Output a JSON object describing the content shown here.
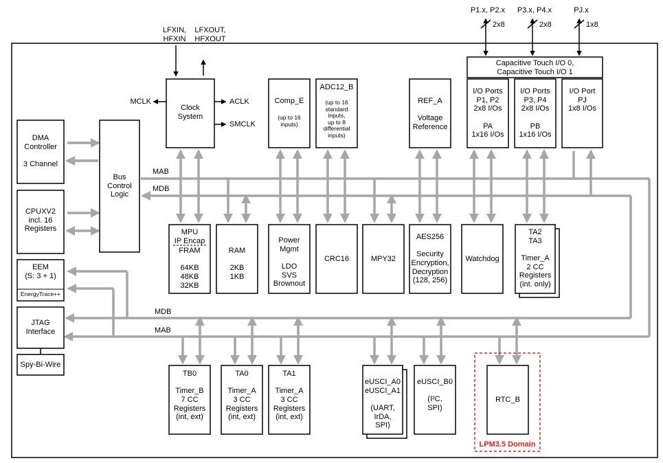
{
  "top": {
    "lfxin": "LFXIN,\nHFXIN",
    "lfxout": "LFXOUT,\nHFXOUT",
    "p12": "P1.x, P2.x",
    "p34": "P3.x, P4.x",
    "pj": "PJ.x",
    "w1": "2x8",
    "w2": "2x8",
    "w3": "1x8"
  },
  "clock": {
    "mclk": "MCLK",
    "aclk": "ACLK",
    "smclk": "SMCLK",
    "title": "Clock\nSystem"
  },
  "bus": {
    "mab": "MAB",
    "mdb": "MDB"
  },
  "blocks": {
    "dma": "DMA\nController\n\n3 Channel",
    "bus_ctrl": "Bus\nControl\nLogic",
    "cpu": "CPUXV2\nincl. 16\nRegisters",
    "eem": "EEM\n(S: 3 + 1)",
    "energytrace": "EnergyTrace++",
    "jtag": "JTAG\nInterface",
    "sbw": "Spy-Bi-Wire",
    "comp": "Comp_E\n\n",
    "comp_sub": "(up to 16\ninputs)",
    "adc": "ADC12_B",
    "adc_sub": "(up to 16\nstandard\ninputs,\nup to 8\ndifferential\ninputs)",
    "ref": "REF_A\n\nVoltage\nReference",
    "cap_touch": "Capacitive Touch I/O 0,\nCapacitive Touch I/O 1",
    "io_pa": "I/O Ports\nP1, P2\n2x8 I/Os\n\nPA\n1x16 I/Os",
    "io_pb": "I/O Ports\nP3, P4\n2x8 I/Os\n\nPB\n1x16 I/Os",
    "io_pj": "I/O Port\nPJ\n1x8 I/Os",
    "mpu": "MPU\nIP Encap",
    "fram": "FRAM\n\n64KB\n48KB\n32KB",
    "ram": "RAM\n\n2KB\n1KB",
    "power": "Power\nMgmt\n\nLDO\nSVS\nBrownout",
    "crc": "CRC16",
    "mpy": "MPY32",
    "aes": "AES256\n\nSecurity\nEncryption,\nDecryption\n(128, 256)",
    "wdt": "Watchdog",
    "ta23": "TA2\nTA3\n\nTimer_A\n2 CC\nRegisters\n(int. only)",
    "tb0": "TB0\n\nTimer_B\n7 CC\nRegisters\n(int, ext)",
    "ta0": "TA0\n\nTimer_A\n3 CC\nRegisters\n(int, ext)",
    "ta1": "TA1\n\nTimer_A\n3 CC\nRegisters\n(int, ext)",
    "usci_a": "eUSCI_A0\neUSCI_A1\n\n(UART,\nIrDA,\nSPI)",
    "usci_b": "eUSCI_B0\n\n(I²C,\nSPI)",
    "rtc": "RTC_B",
    "lpm": "LPM3.5 Domain"
  },
  "colors": {
    "arrow_gray": "#a6a6a6",
    "lpm_red": "#e2231a"
  }
}
